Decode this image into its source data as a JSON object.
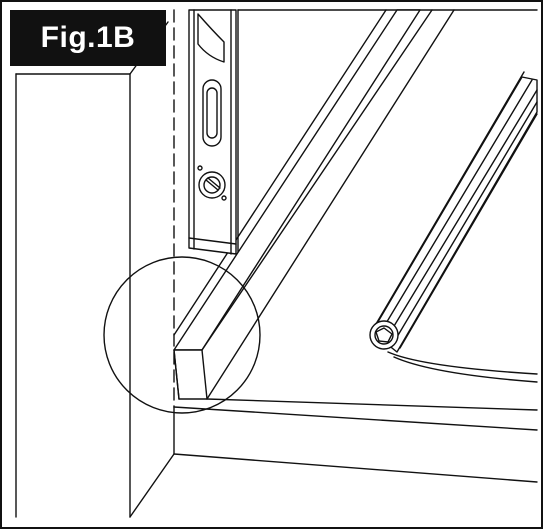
{
  "figure": {
    "label": "Fig.1B"
  },
  "illustration": {
    "subject": "installation-detail",
    "parts": [
      "wall-corner",
      "spirit-level",
      "floor-trim-strip",
      "rolled-material",
      "magnified-detail-circle"
    ]
  },
  "colors": {
    "ink": "#111111",
    "label_background": "#111111",
    "label_text": "#ffffff",
    "paper": "#ffffff"
  }
}
